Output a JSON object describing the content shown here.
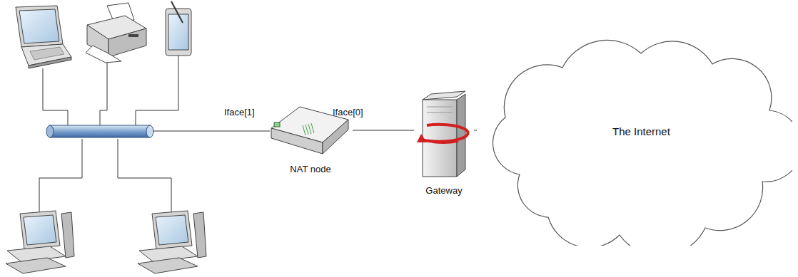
{
  "diagram": {
    "nodes": [
      {
        "text": [
          "NAT node"
        ]
      },
      {
        "text": [
          "Gateway"
        ]
      },
      {
        "text": [
          "The Internet"
        ]
      }
    ],
    "edges": [
      {
        "from": 0,
        "to": 1,
        "arrow": "none"
      },
      {
        "from": 1,
        "to": 2,
        "arrow": "none"
      }
    ],
    "labels": [
      "Iface[1]",
      "Iface[0]"
    ]
  }
}
